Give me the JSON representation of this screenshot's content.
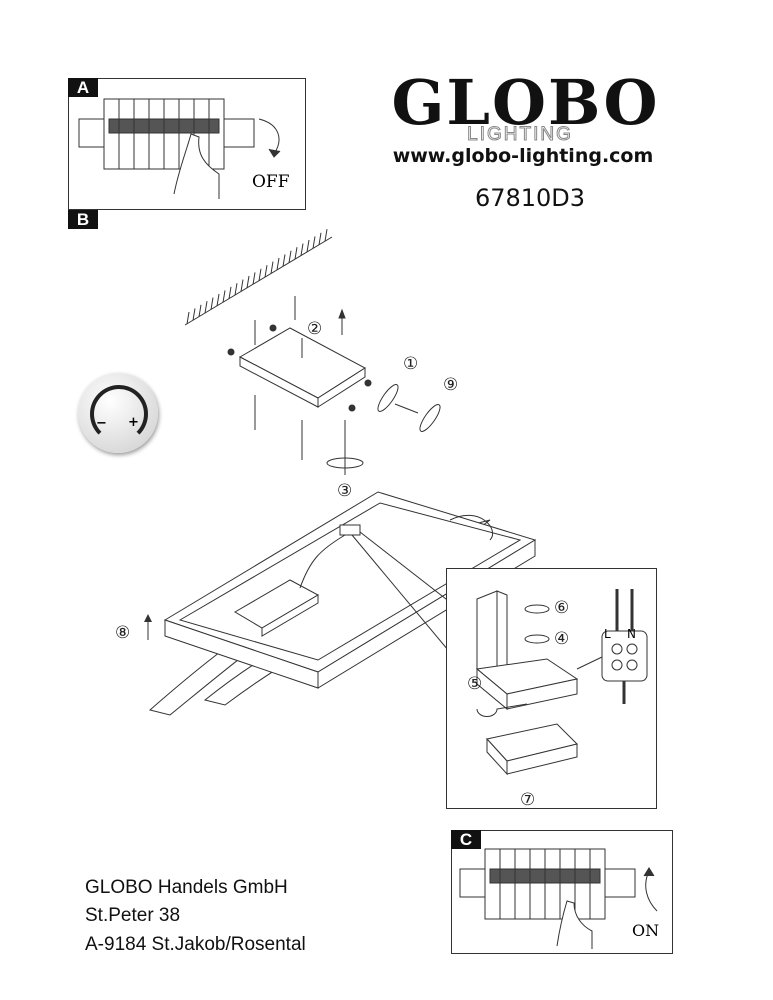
{
  "brand": {
    "logo": "GLOBO",
    "sub": "LIGHTING",
    "url": "www.globo-lighting.com",
    "model": "67810D3"
  },
  "steps": {
    "a": {
      "label": "A",
      "switch_text": "OFF"
    },
    "b": {
      "label": "B"
    },
    "c": {
      "label": "C",
      "switch_text": "ON"
    }
  },
  "callouts": {
    "n1": "①",
    "n2": "②",
    "n3": "③",
    "n4": "④",
    "n5": "⑤",
    "n6": "⑥",
    "n7": "⑦",
    "n8": "⑧",
    "n9": "⑨"
  },
  "terminal": {
    "l": "L",
    "n": "N"
  },
  "dimmer": {
    "minus": "−",
    "plus": "+"
  },
  "address": {
    "company": "GLOBO Handels GmbH",
    "street": "St.Peter 38",
    "city": "A-9184 St.Jakob/Rosental"
  }
}
